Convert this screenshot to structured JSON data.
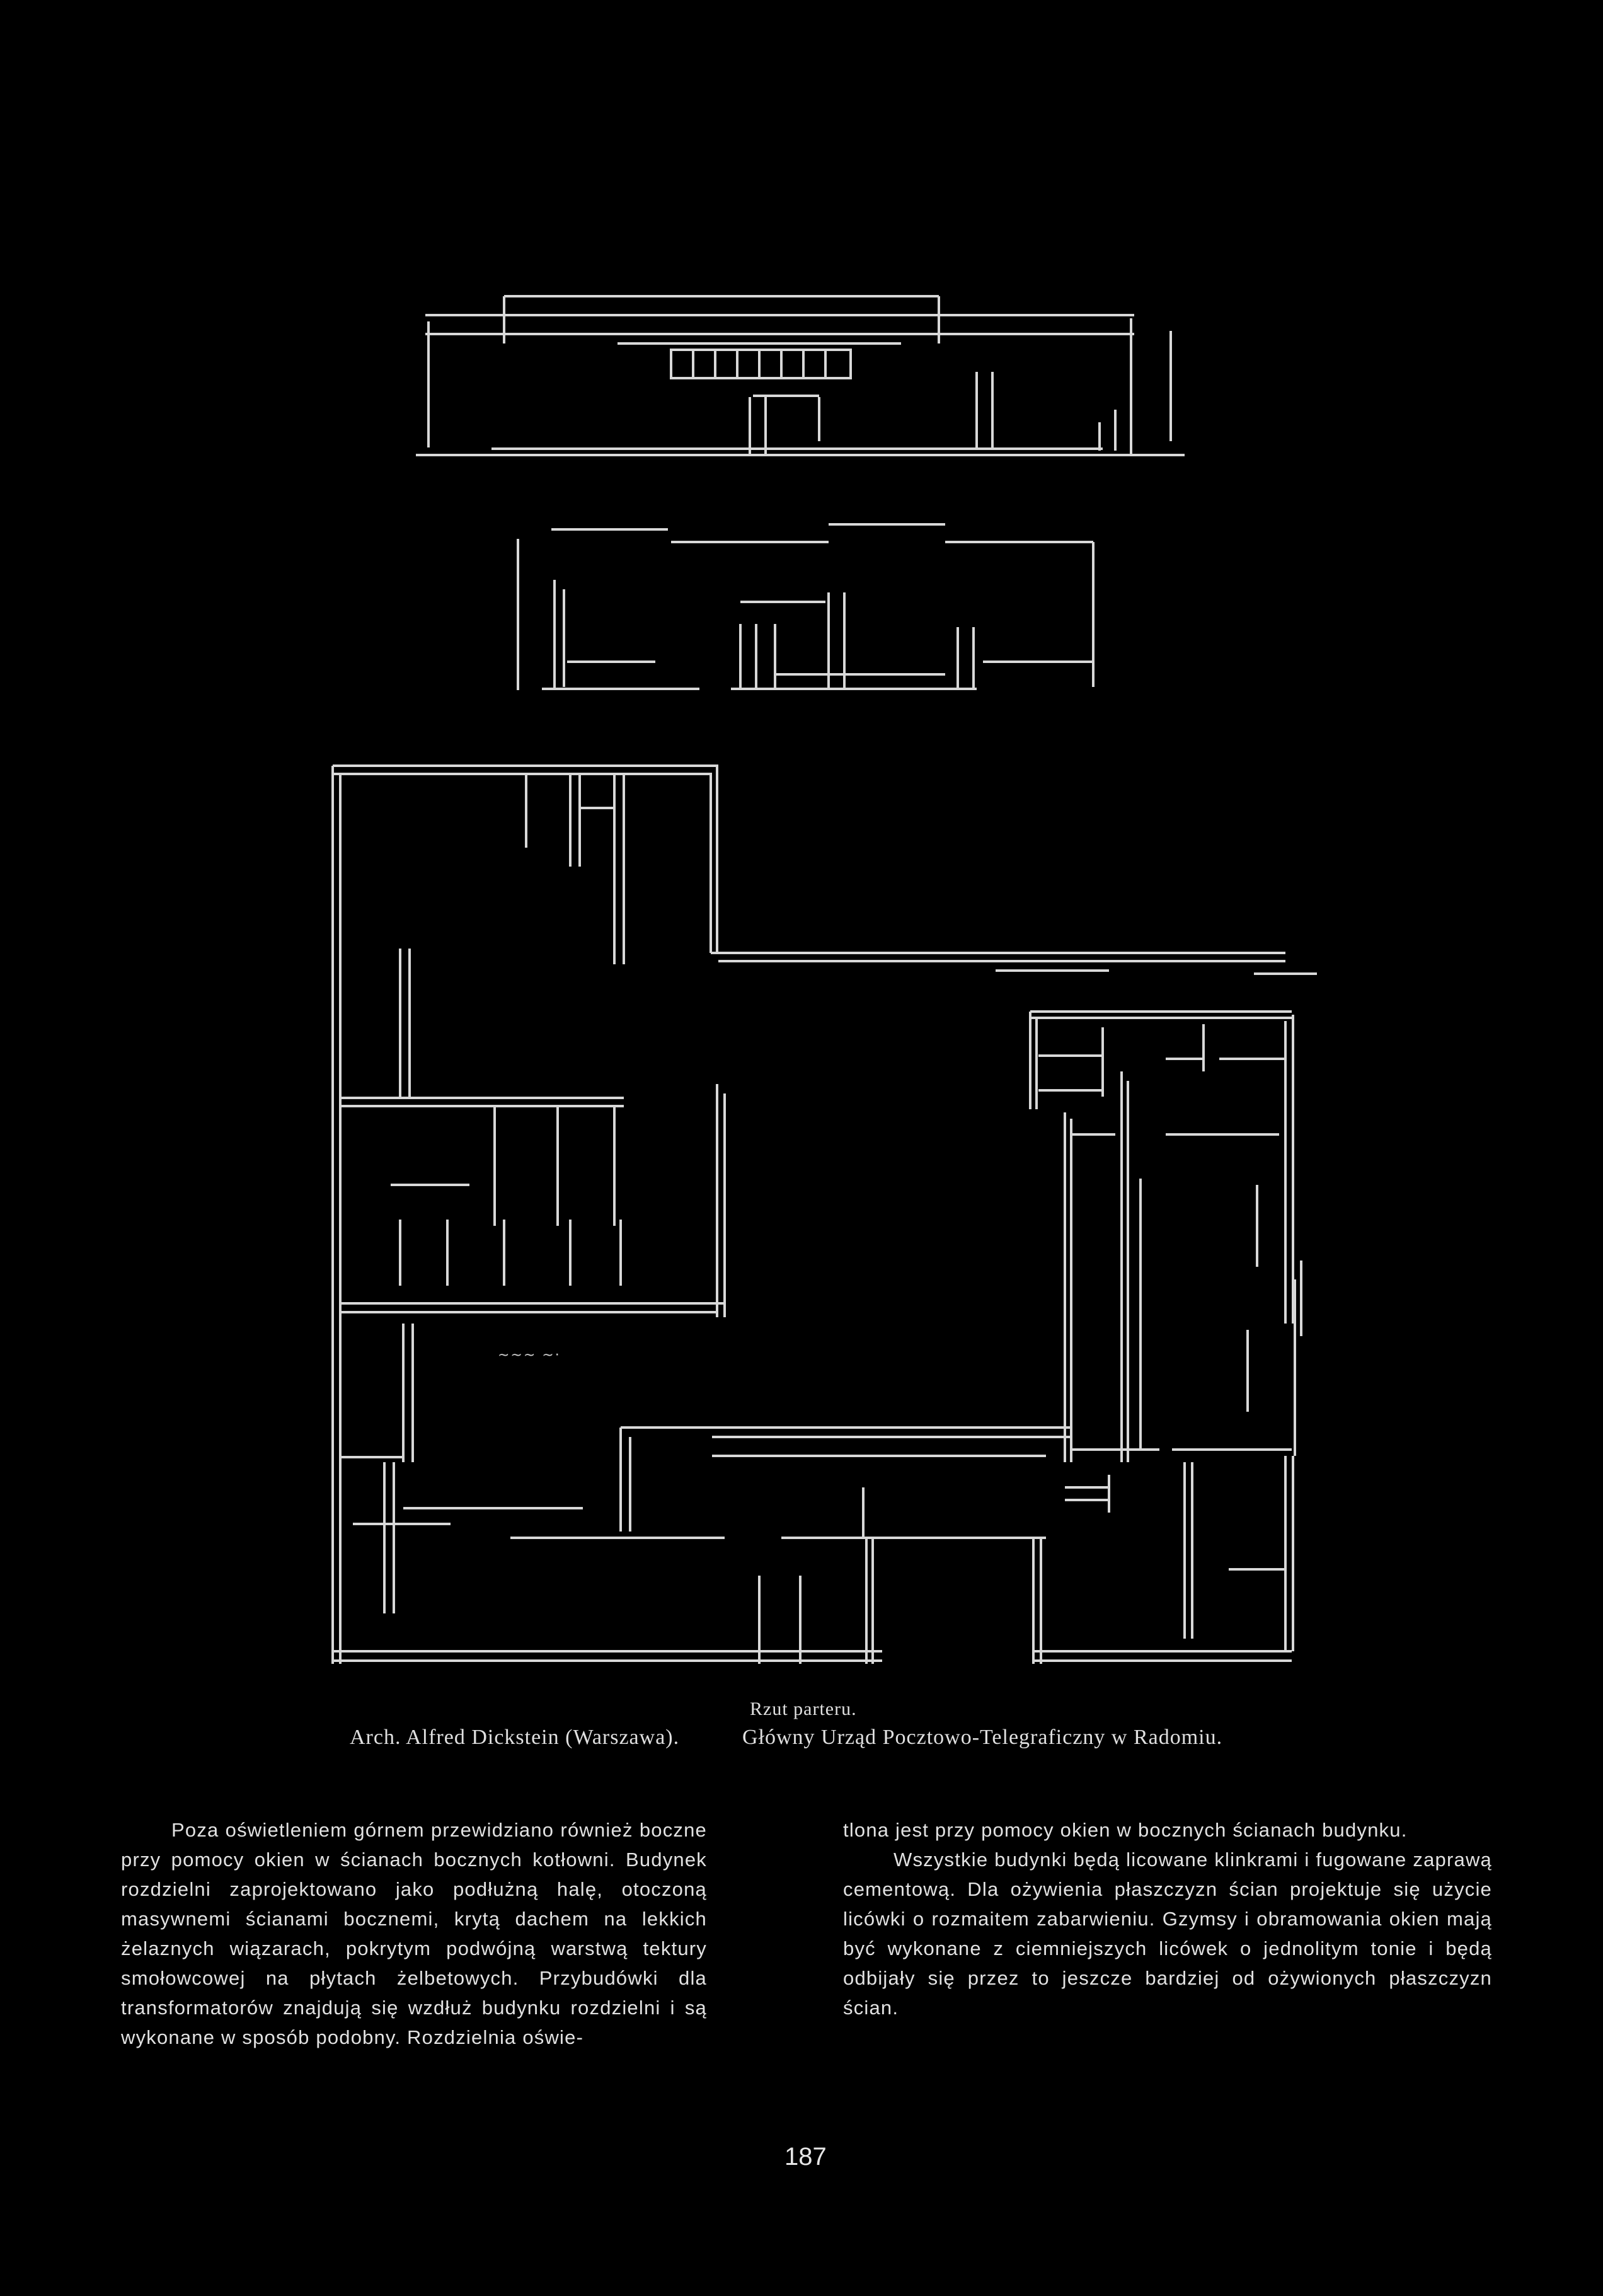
{
  "drawing": {
    "caption_plan": "Rzut parteru.",
    "architect": "Arch. Alfred Dickstein (Warszawa).",
    "building": "Główny Urząd Pocztowo-Telegraficzny w Radomiu."
  },
  "text": {
    "left_column": "Poza oświetleniem górnem przewidziano również boczne przy pomocy okien w ścianach bocznych kotłowni. Budynek rozdzielni zaprojektowano jako podłużną halę, otoczoną masywnemi ścianami bocznemi, krytą dachem na lekkich żelaznych wiązarach, pokrytym podwójną warstwą tektury smołowcowej na płytach żelbetowych. Przybudówki dla transformatorów znajdują się wzdłuż budynku rozdzielni i są wykonane w sposób podobny. Rozdzielnia oświe-",
    "right_column_p1": "tlona jest przy pomocy okien w bocznych ścianach budynku.",
    "right_column_p2": "Wszystkie budynki będą licowane klinkrami i fugowane zaprawą cementową. Dla ożywienia płaszczyzn ścian projektuje się użycie licówki o rozmaitem zabarwieniu. Gzymsy i obramowania okien mają być wykonane z ciemniejszych licówek o jednolitym tonie i będą odbijały się przez to jeszcze bardziej od ożywionych płaszczyzn ścian."
  },
  "page_number": "187"
}
